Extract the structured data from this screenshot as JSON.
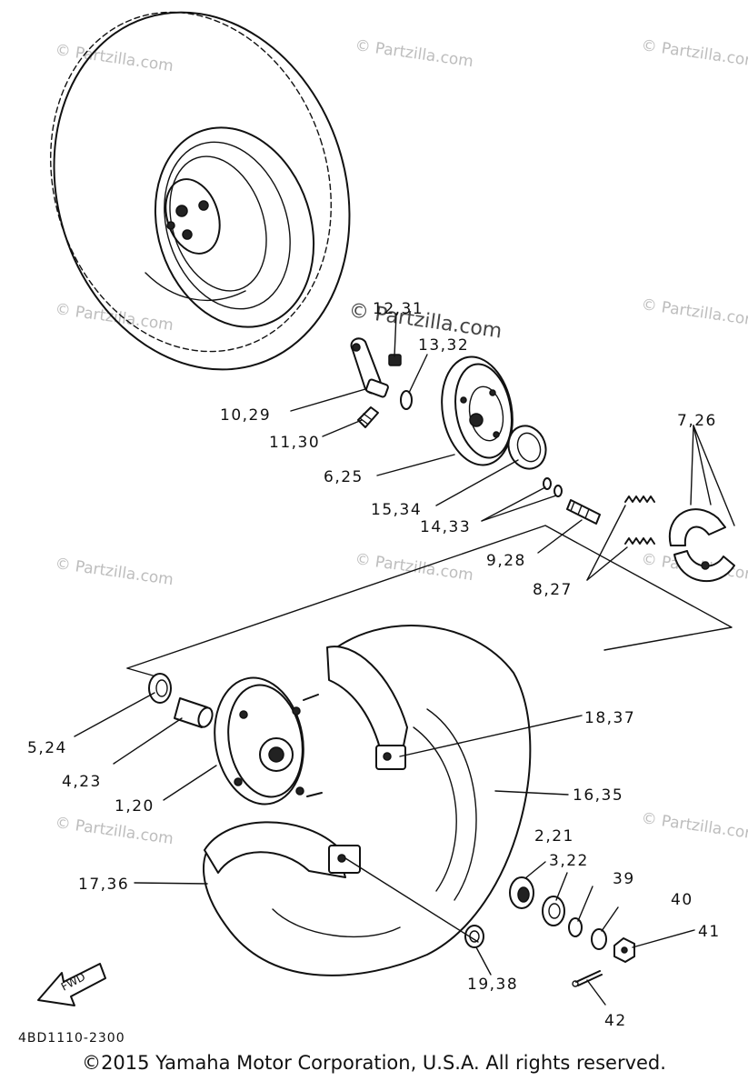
{
  "diagram": {
    "doc_code": "4BD1110-2300",
    "fwd_label": "FWD",
    "watermarks": {
      "center": "© Partzilla.com",
      "repeat": "© Partzilla.com"
    },
    "callouts": {
      "c_12_31": "12,31",
      "c_13_32": "13,32",
      "c_10_29": "10,29",
      "c_11_30": "11,30",
      "c_6_25": "6,25",
      "c_15_34": "15,34",
      "c_14_33": "14,33",
      "c_9_28": "9,28",
      "c_8_27": "8,27",
      "c_7_26": "7,26",
      "c_5_24": "5,24",
      "c_4_23": "4,23",
      "c_1_20": "1,20",
      "c_18_37": "18,37",
      "c_16_35": "16,35",
      "c_17_36": "17,36",
      "c_2_21": "2,21",
      "c_3_22": "3,22",
      "c_39": "39",
      "c_40": "40",
      "c_41": "41",
      "c_42": "42",
      "c_19_38": "19,38"
    },
    "copyright": "©2015 Yamaha Motor Corporation, U.S.A. All rights reserved."
  }
}
